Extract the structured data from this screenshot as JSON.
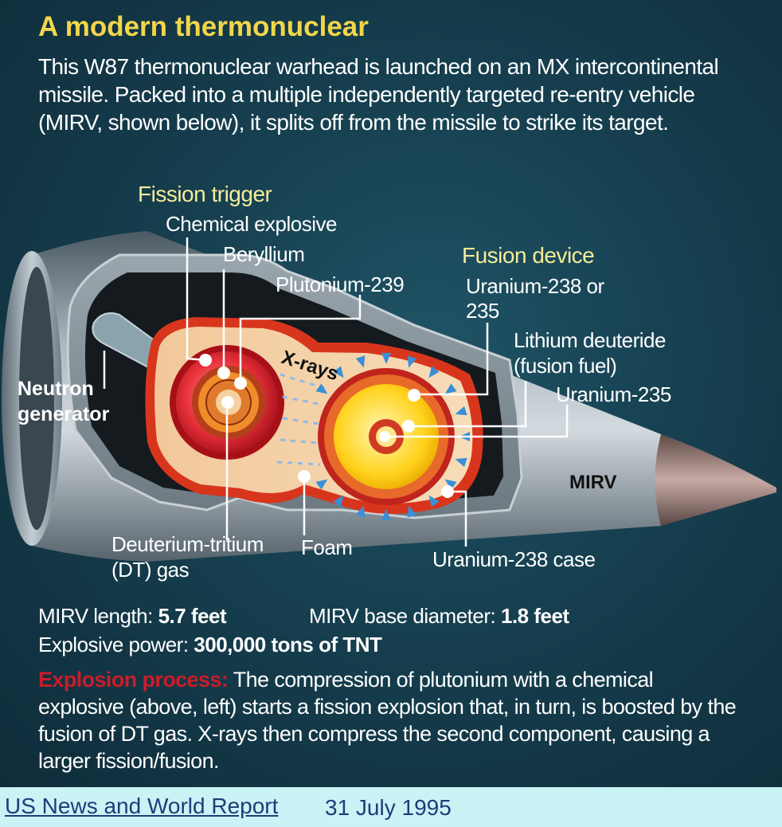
{
  "title": "A modern thermonuclear",
  "intro": "This W87 thermonuclear warhead is launched on an MX intercontinental missile. Packed into a multiple independently targeted re-entry vehicle (MIRV, shown below), it splits off from the missile to strike its target.",
  "labels": {
    "fission_trigger": "Fission trigger",
    "chemical_explosive": "Chemical explosive",
    "beryllium": "Beryllium",
    "plutonium": "Plutonium-239",
    "fusion_device": "Fusion device",
    "uranium_238_or_235": "Uranium-238 or",
    "uranium_238_or_235_line2": "235",
    "lithium_deuteride": "Lithium deuteride",
    "fusion_fuel": "(fusion fuel)",
    "uranium_235": "Uranium-235",
    "neutron_generator_1": "Neutron",
    "neutron_generator_2": "generator",
    "x_rays": "X-rays",
    "mirv": "MIRV",
    "deuterium_tritium_1": "Deuterium-tritium",
    "deuterium_tritium_2": "(DT) gas",
    "foam": "Foam",
    "uranium_238_case": "Uranium-238 case"
  },
  "specs": {
    "length_label": "MIRV length:",
    "length_value": "5.7 feet",
    "diameter_label": "MIRV base diameter:",
    "diameter_value": "1.8 feet",
    "power_label": "Explosive power:",
    "power_value": "300,000 tons of TNT"
  },
  "process": {
    "heading": "Explosion process:",
    "text": "The compression of plutonium with a chemical explosive (above, left) starts a fission explosion that, in turn, is boosted by the fusion of DT gas. X-rays then compress the second component, causing a larger fission/fusion."
  },
  "footer": {
    "source": "US News and World Report",
    "date": "31 July 1995"
  },
  "colors": {
    "background": "#163f4f",
    "title": "#f2d64a",
    "section_heading": "#f4ec9a",
    "process_heading": "#c91c2a",
    "footer_bg": "#c9f3f5",
    "footer_text": "#1d3d7a"
  }
}
